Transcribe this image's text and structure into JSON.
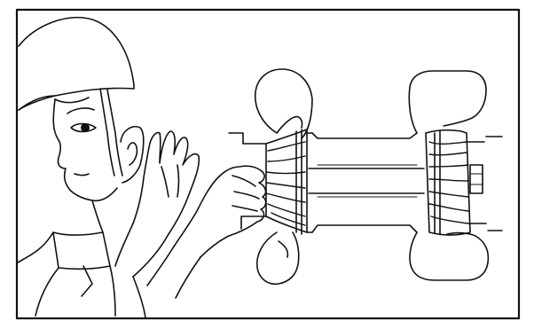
{
  "figure": {
    "stroke_color": "#111111",
    "background_color": "#ffffff",
    "subjects": [
      "technician-with-helmet",
      "turbocharger-cross-section"
    ],
    "rotor_blade_count": 6
  }
}
